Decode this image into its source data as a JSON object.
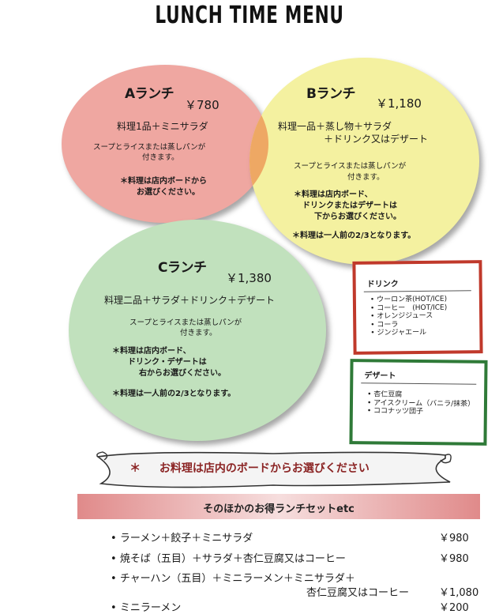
{
  "title": "LUNCH TIME MENU",
  "lunch_a": {
    "name": "Aランチ",
    "price": "￥780",
    "desc": "料理1品＋ミニサラダ",
    "side": "スープとライスまたは蒸しパンが",
    "side2": "付きます。",
    "note1": "＊料理は店内ボードから",
    "note2": "お選びください。"
  },
  "lunch_b": {
    "name": "Bランチ",
    "price": "￥1,180",
    "desc1": "料理一品＋蒸し物＋サラダ",
    "desc2": "＋ドリンク又はデザート",
    "side": "スープとライスまたは蒸しパンが",
    "side2": "付きます。",
    "note1": "＊料理は店内ボード、",
    "note2": "ドリンクまたはデザートは",
    "note3": "下からお選びください。",
    "note4": "＊料理は一人前の2/3となります。"
  },
  "lunch_c": {
    "name": "Cランチ",
    "price": "￥1,380",
    "desc": "料理二品＋サラダ＋ドリンク＋デザート",
    "side": "スープとライスまたは蒸しパンが",
    "side2": "付きます。",
    "note1": "＊料理は店内ボード、",
    "note2": "ドリンク・デザートは",
    "note3": "右からお選びください。",
    "note4": "＊料理は一人前の2/3となります。"
  },
  "drinks": {
    "title": "ドリンク",
    "items": [
      "ウーロン茶(HOT/ICE)",
      "コーヒー　(HOT/ICE)",
      "オレンジジュース",
      "コーラ",
      "ジンジャエール"
    ]
  },
  "desserts": {
    "title": "デザート",
    "items": [
      "杏仁豆腐",
      "アイスクリーム（バニラ/抹茶）",
      "ココナッツ団子"
    ]
  },
  "banner": {
    "star": "＊",
    "text": "お料理は店内のボードからお選びください"
  },
  "other_sets": {
    "title": "そのほかのお得ランチセットetc",
    "items": [
      {
        "text": "ラーメン＋餃子＋ミニサラダ",
        "price": "￥980"
      },
      {
        "text": "焼そば（五目）＋サラダ＋杏仁豆腐又はコーヒー",
        "price": "￥980"
      },
      {
        "text": "チャーハン（五目）＋ミニラーメン＋ミニサラダ＋",
        "text2": "杏仁豆腐又はコーヒー",
        "price": "￥1,080"
      },
      {
        "text": "ミニラーメン",
        "price": "￥200"
      }
    ]
  },
  "colors": {
    "lunch_a_bg": "#efa7a1",
    "lunch_b_bg": "#f4f1a0",
    "lunch_c_bg": "#c1e1bd",
    "drink_border": "#c0392b",
    "dessert_border": "#2f7a38",
    "banner_text": "#8b2424"
  }
}
